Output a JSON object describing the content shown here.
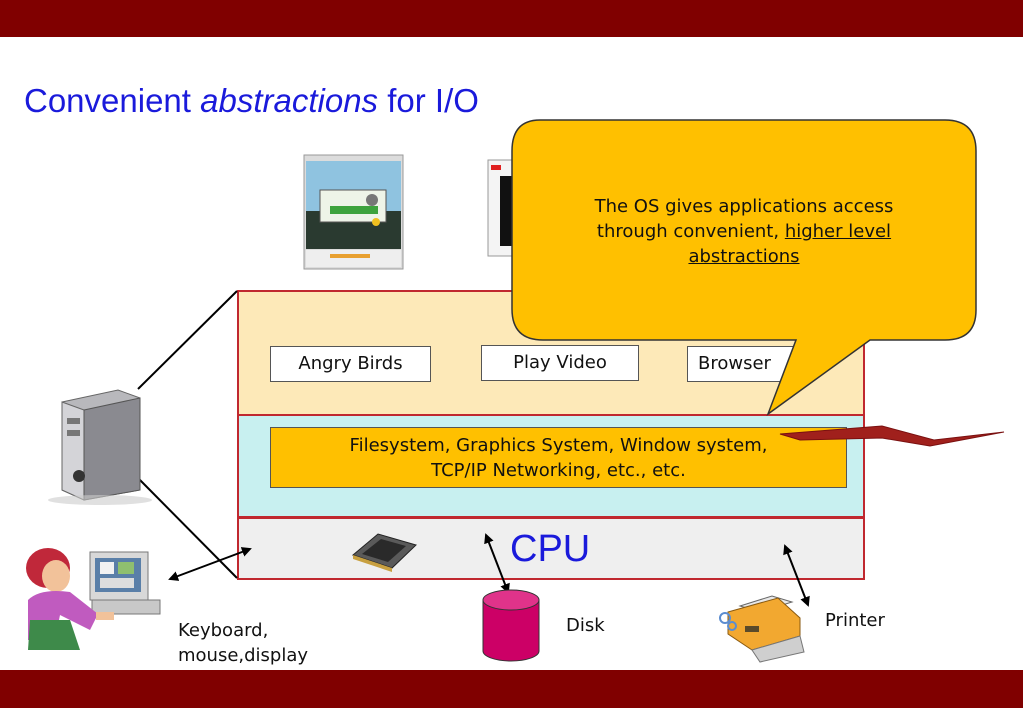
{
  "title": {
    "prefix": "Convenient ",
    "emphasis": "abstractions",
    "suffix": " for I/O"
  },
  "apps": {
    "angry_birds": "Angry Birds",
    "play_video": "Play Video",
    "browser": "Browser"
  },
  "system_services": {
    "line1": "Filesystem, Graphics System, Window system,",
    "line2": "TCP/IP Networking, etc., etc."
  },
  "hardware": {
    "cpu": "CPU"
  },
  "devices": {
    "keyboard_line1": "Keyboard,",
    "keyboard_line2": "mouse,display",
    "disk": "Disk",
    "printer": "Printer"
  },
  "callout": {
    "text_plain": "The OS gives applications access through convenient, ",
    "text_underlined": "higher level abstractions"
  },
  "colors": {
    "bar": "#800000",
    "title": "#1a1adb",
    "callout_fill": "#ffc000",
    "apps_layer": "#fde9b8",
    "system_layer": "#c8f0f0",
    "border": "#c0282f"
  }
}
